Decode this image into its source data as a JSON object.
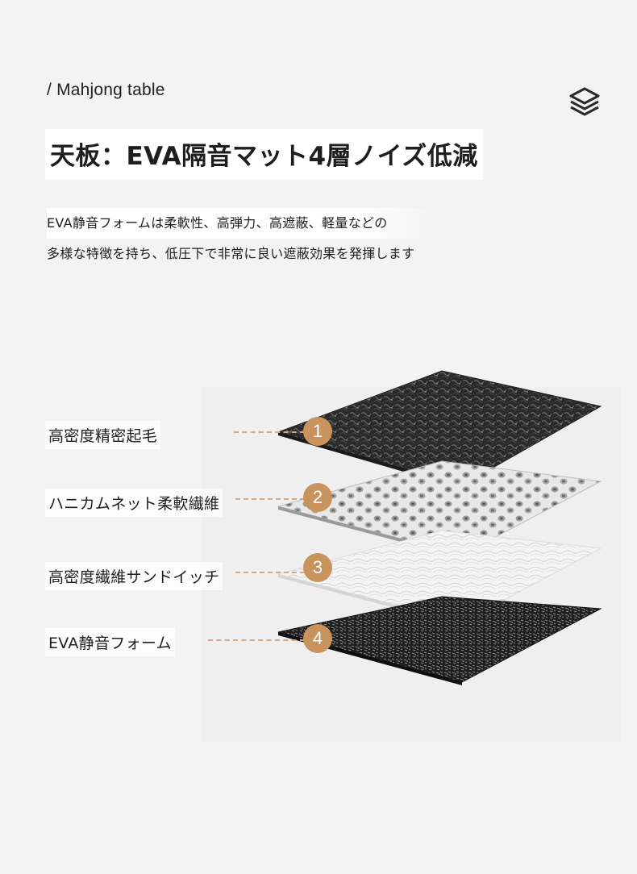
{
  "header": {
    "section_label": "/ Mahjong table",
    "icon": "stack-layers-icon"
  },
  "title": "天板：EVA隔音マット4層ノイズ低減",
  "description": {
    "line1": "EVA静音フォームは柔軟性、高弾力、高遮蔽、軽量などの",
    "line2": "多様な特徴を持ち、低圧下で非常に良い遮蔽効果を発揮します"
  },
  "layers": [
    {
      "number": "1",
      "label": "高密度精密起毛",
      "texture": "dark-fleece"
    },
    {
      "number": "2",
      "label": "ハニカムネット柔軟繊維",
      "texture": "honeycomb-mesh"
    },
    {
      "number": "3",
      "label": "高密度繊維サンドイッチ",
      "texture": "white-fiber"
    },
    {
      "number": "4",
      "label": "EVA静音フォーム",
      "texture": "dark-foam"
    }
  ],
  "colors": {
    "badge": "#c9935e",
    "leader": "#d1a88a",
    "background": "#f3f3f3"
  }
}
